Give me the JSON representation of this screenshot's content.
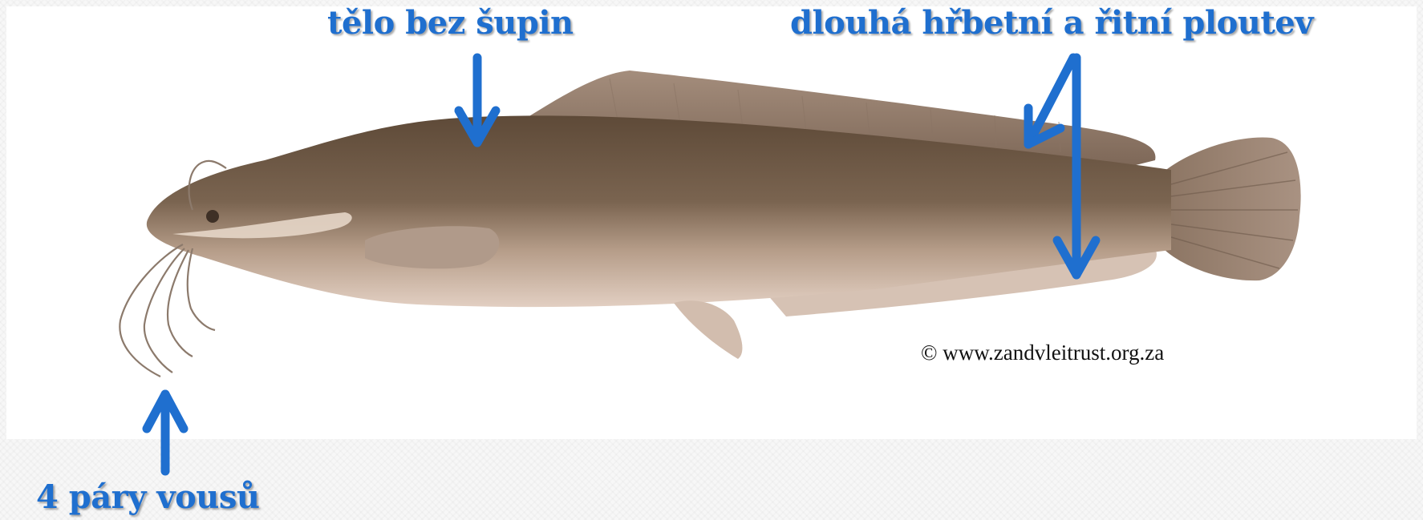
{
  "labels": {
    "body": "tělo bez šupin",
    "fins": "dlouhá hřbetní a řitní ploutev",
    "barbels": "4 páry vousů"
  },
  "credit": "© www.zandvleitrust.org.za",
  "colors": {
    "arrow": "#1f6fcf",
    "label": "#1f6fcf",
    "fish_back": "#6b5744",
    "fish_belly": "#d8c3b5"
  }
}
